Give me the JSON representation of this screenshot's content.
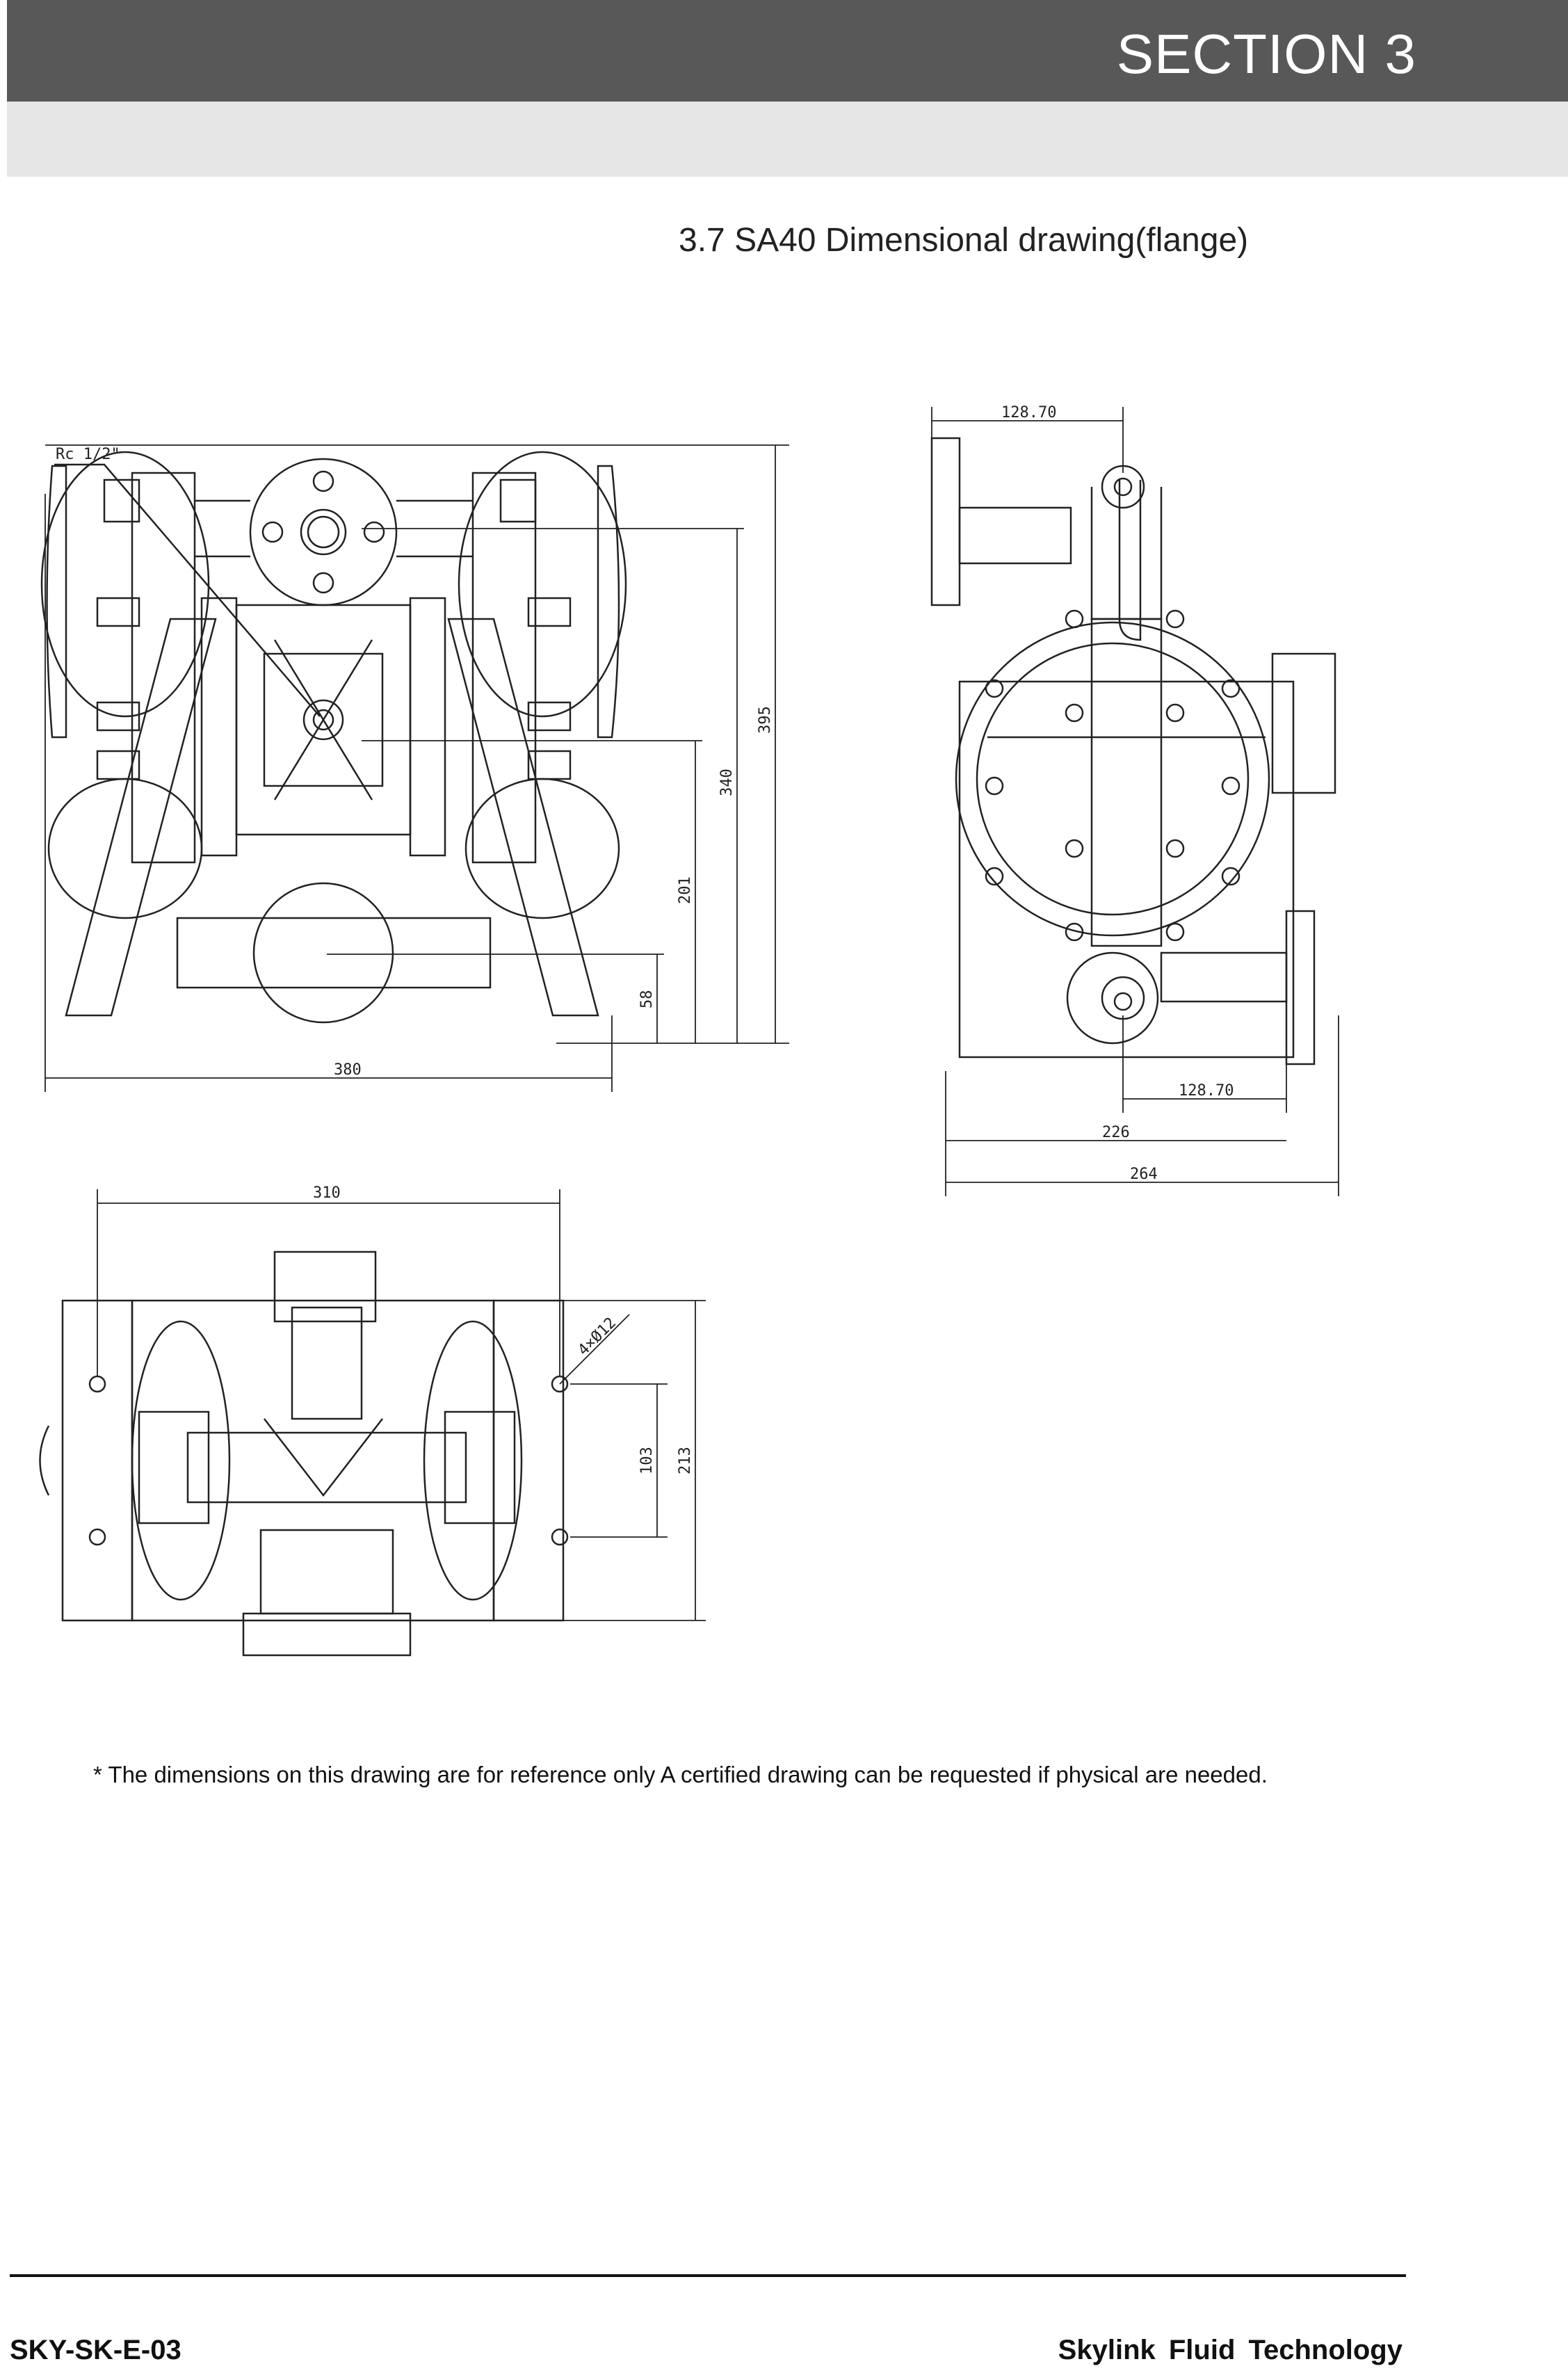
{
  "header": {
    "section": "SECTION 3",
    "subtitle": "3.7 SA40 Dimensional drawing(flange)"
  },
  "dimensions": {
    "front": {
      "port_label": "Rc 1/2\"",
      "width": "380",
      "h395": "395",
      "h340": "340",
      "h201": "201",
      "h58": "58"
    },
    "side": {
      "top_offset": "128.70",
      "bottom_offset": "128.70",
      "w226": "226",
      "w264": "264"
    },
    "bottom": {
      "w310": "310",
      "holes": "4×Ø12",
      "h103": "103",
      "h213": "213"
    }
  },
  "note": "* The dimensions on this drawing are for reference only A certified drawing can be requested if physical are needed.",
  "footer": {
    "doc_code": "SKY-SK-E-03",
    "company": "Skylink Fluid Technology"
  },
  "colors": {
    "header_dark": "#585858",
    "header_light": "#e6e6e6"
  }
}
